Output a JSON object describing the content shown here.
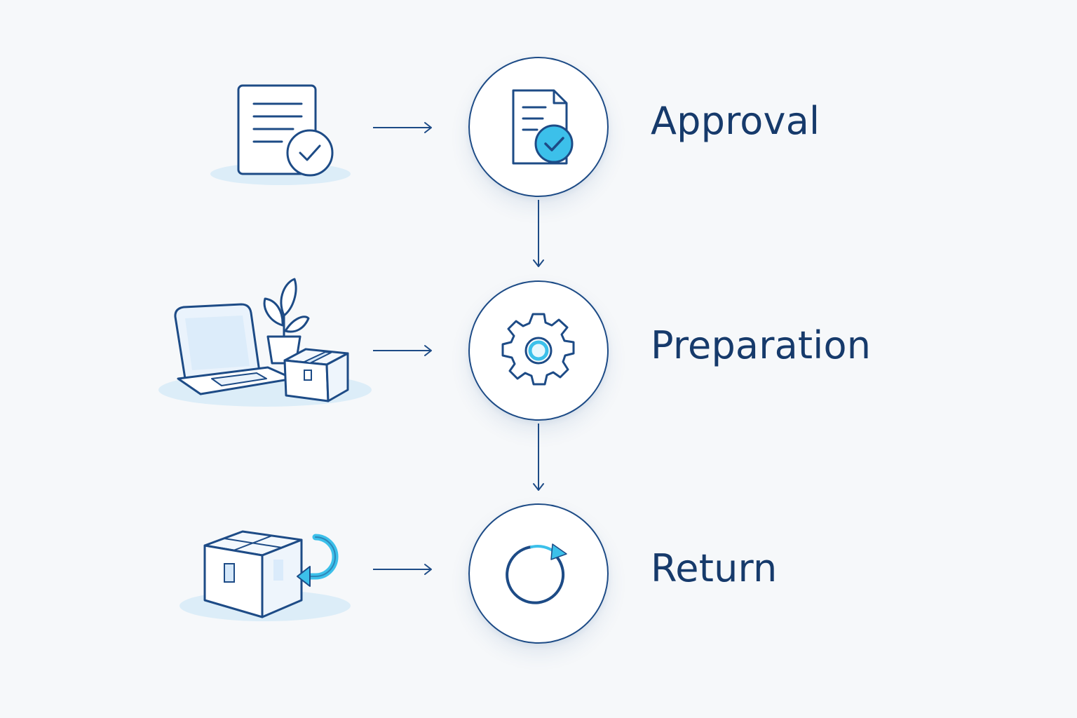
{
  "steps": [
    {
      "label": "Approval",
      "hub_icon": "document-check-icon",
      "illustration": "document-check-icon"
    },
    {
      "label": "Preparation",
      "hub_icon": "gear-icon",
      "illustration": "laptop-plant-box-icon"
    },
    {
      "label": "Return",
      "hub_icon": "refresh-cycle-icon",
      "illustration": "box-return-icon"
    }
  ],
  "colors": {
    "navy": "#1d4b86",
    "text": "#163a6b",
    "accent": "#3cc0ea",
    "background": "#f6f8fa"
  }
}
